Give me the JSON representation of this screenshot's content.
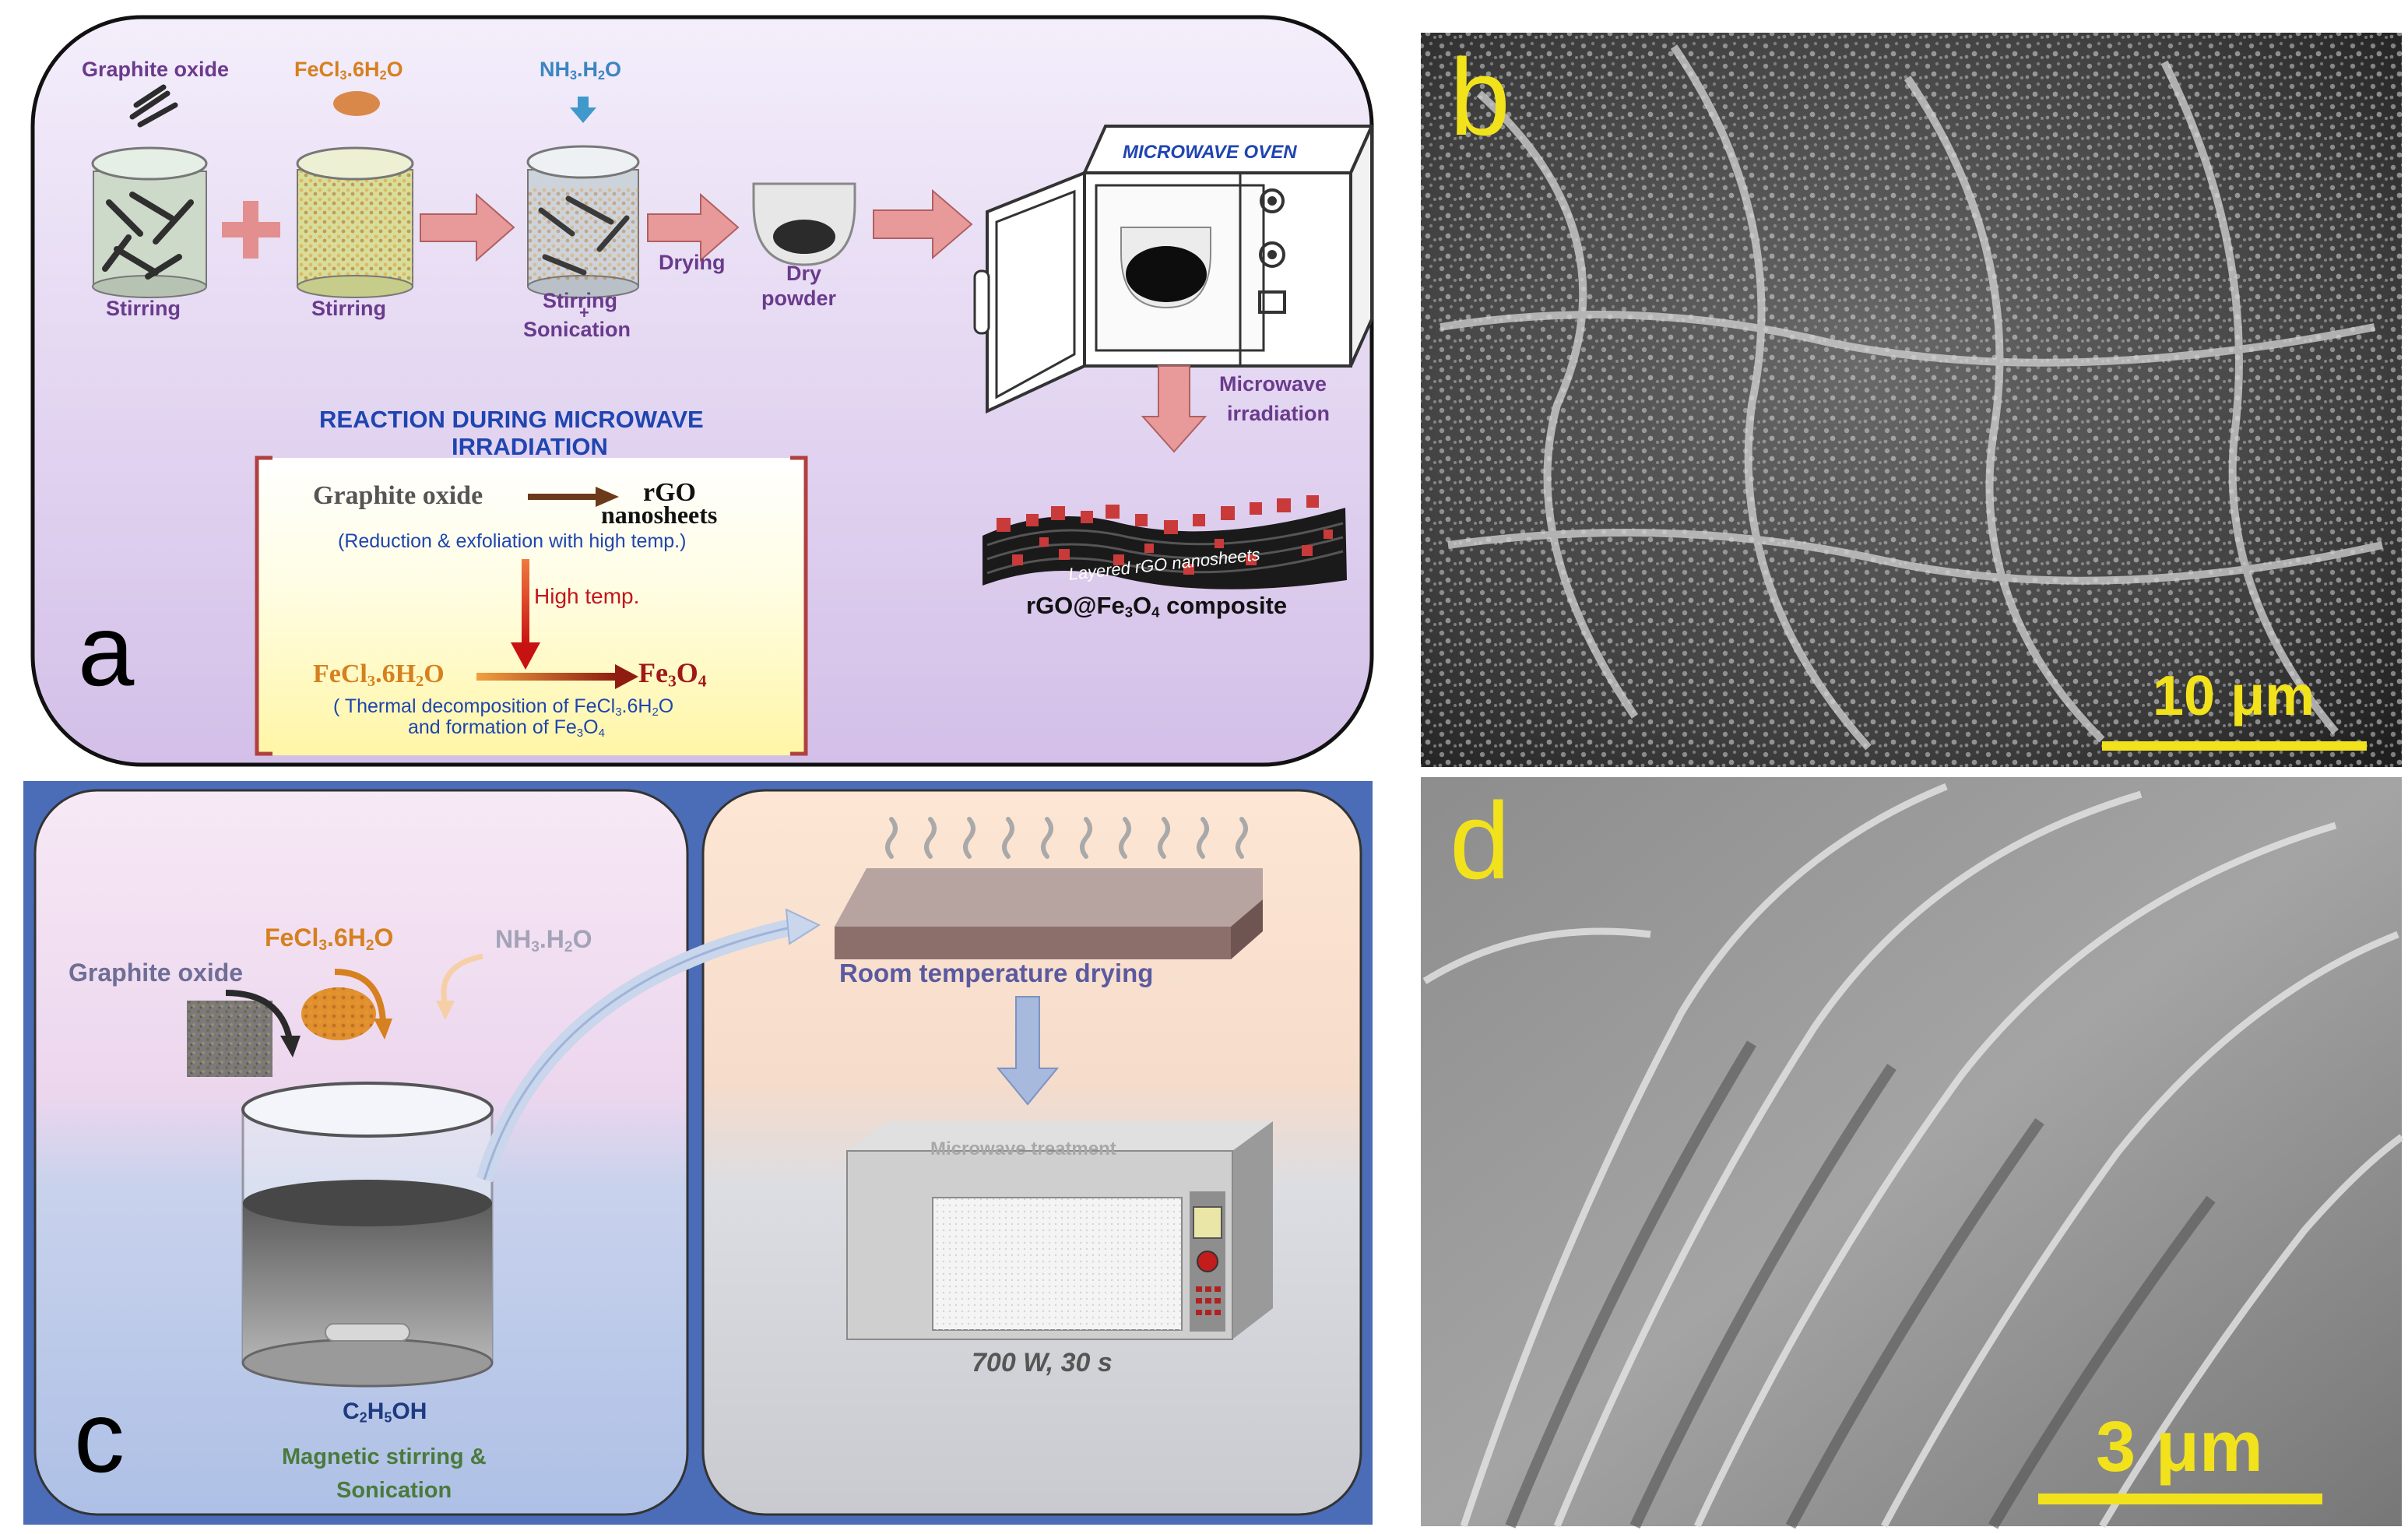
{
  "panel_a": {
    "letter": "a",
    "step1": {
      "reagent": "Graphite oxide",
      "action": "Stirring"
    },
    "step2": {
      "reagent": "FeCl3.6H2O",
      "action": "Stirring"
    },
    "step3": {
      "reagent": "NH3.H2O",
      "action_line1": "Stirring",
      "plus_sign": "+",
      "action_line2": "Sonication"
    },
    "plus": "+",
    "drying": "Drying",
    "dry_powder_line1": "Dry",
    "dry_powder_line2": "powder",
    "oven_label": "MICROWAVE OVEN",
    "microwave_irradiation_line1": "Microwave",
    "microwave_irradiation_line2": "irradiation",
    "reaction_title_line1": "REACTION DURING MICROWAVE",
    "reaction_title_line2": "IRRADIATION",
    "reaction1_reactant": "Graphite oxide",
    "reaction1_product_line1": "rGO",
    "reaction1_product_line2": "nanosheets",
    "reaction1_note": "(Reduction & exfoliation with high temp.)",
    "high_temp": "High temp.",
    "reaction2_reactant": "FeCl3.6H2O",
    "reaction2_product": "Fe3O4",
    "reaction2_note_line1": "( Thermal decomposition of FeCl3.6H2O",
    "reaction2_note_line2": "and formation of Fe3O4",
    "layered_label": "Layered rGO nanosheets",
    "composite_label": "rGO@Fe3O4 composite"
  },
  "panel_b": {
    "letter": "b",
    "scale_bar": "10 μm"
  },
  "panel_c": {
    "letter": "c",
    "graphite_oxide": "Graphite oxide",
    "fecl3": "FeCl3.6H2O",
    "nh3": "NH3.H2O",
    "solvent": "C2H5OH",
    "mixing_line1": "Magnetic stirring &",
    "mixing_line2": "Sonication",
    "drying": "Room temperature drying",
    "microwave_panel": "Microwave treatment",
    "conditions": "700 W, 30 s"
  },
  "panel_d": {
    "letter": "d",
    "scale_bar": "3 μm"
  },
  "colors": {
    "panel_a_bg": "#e6d8f2",
    "arrow_pink": "#e89a9a",
    "title_blue": "#1f45b0",
    "label_purple": "#6a3b8c",
    "orange": "#d6801f",
    "dark_red": "#a01818",
    "panel_c_frame": "#4b6cb7",
    "scale_yellow": "#f2e21c"
  }
}
